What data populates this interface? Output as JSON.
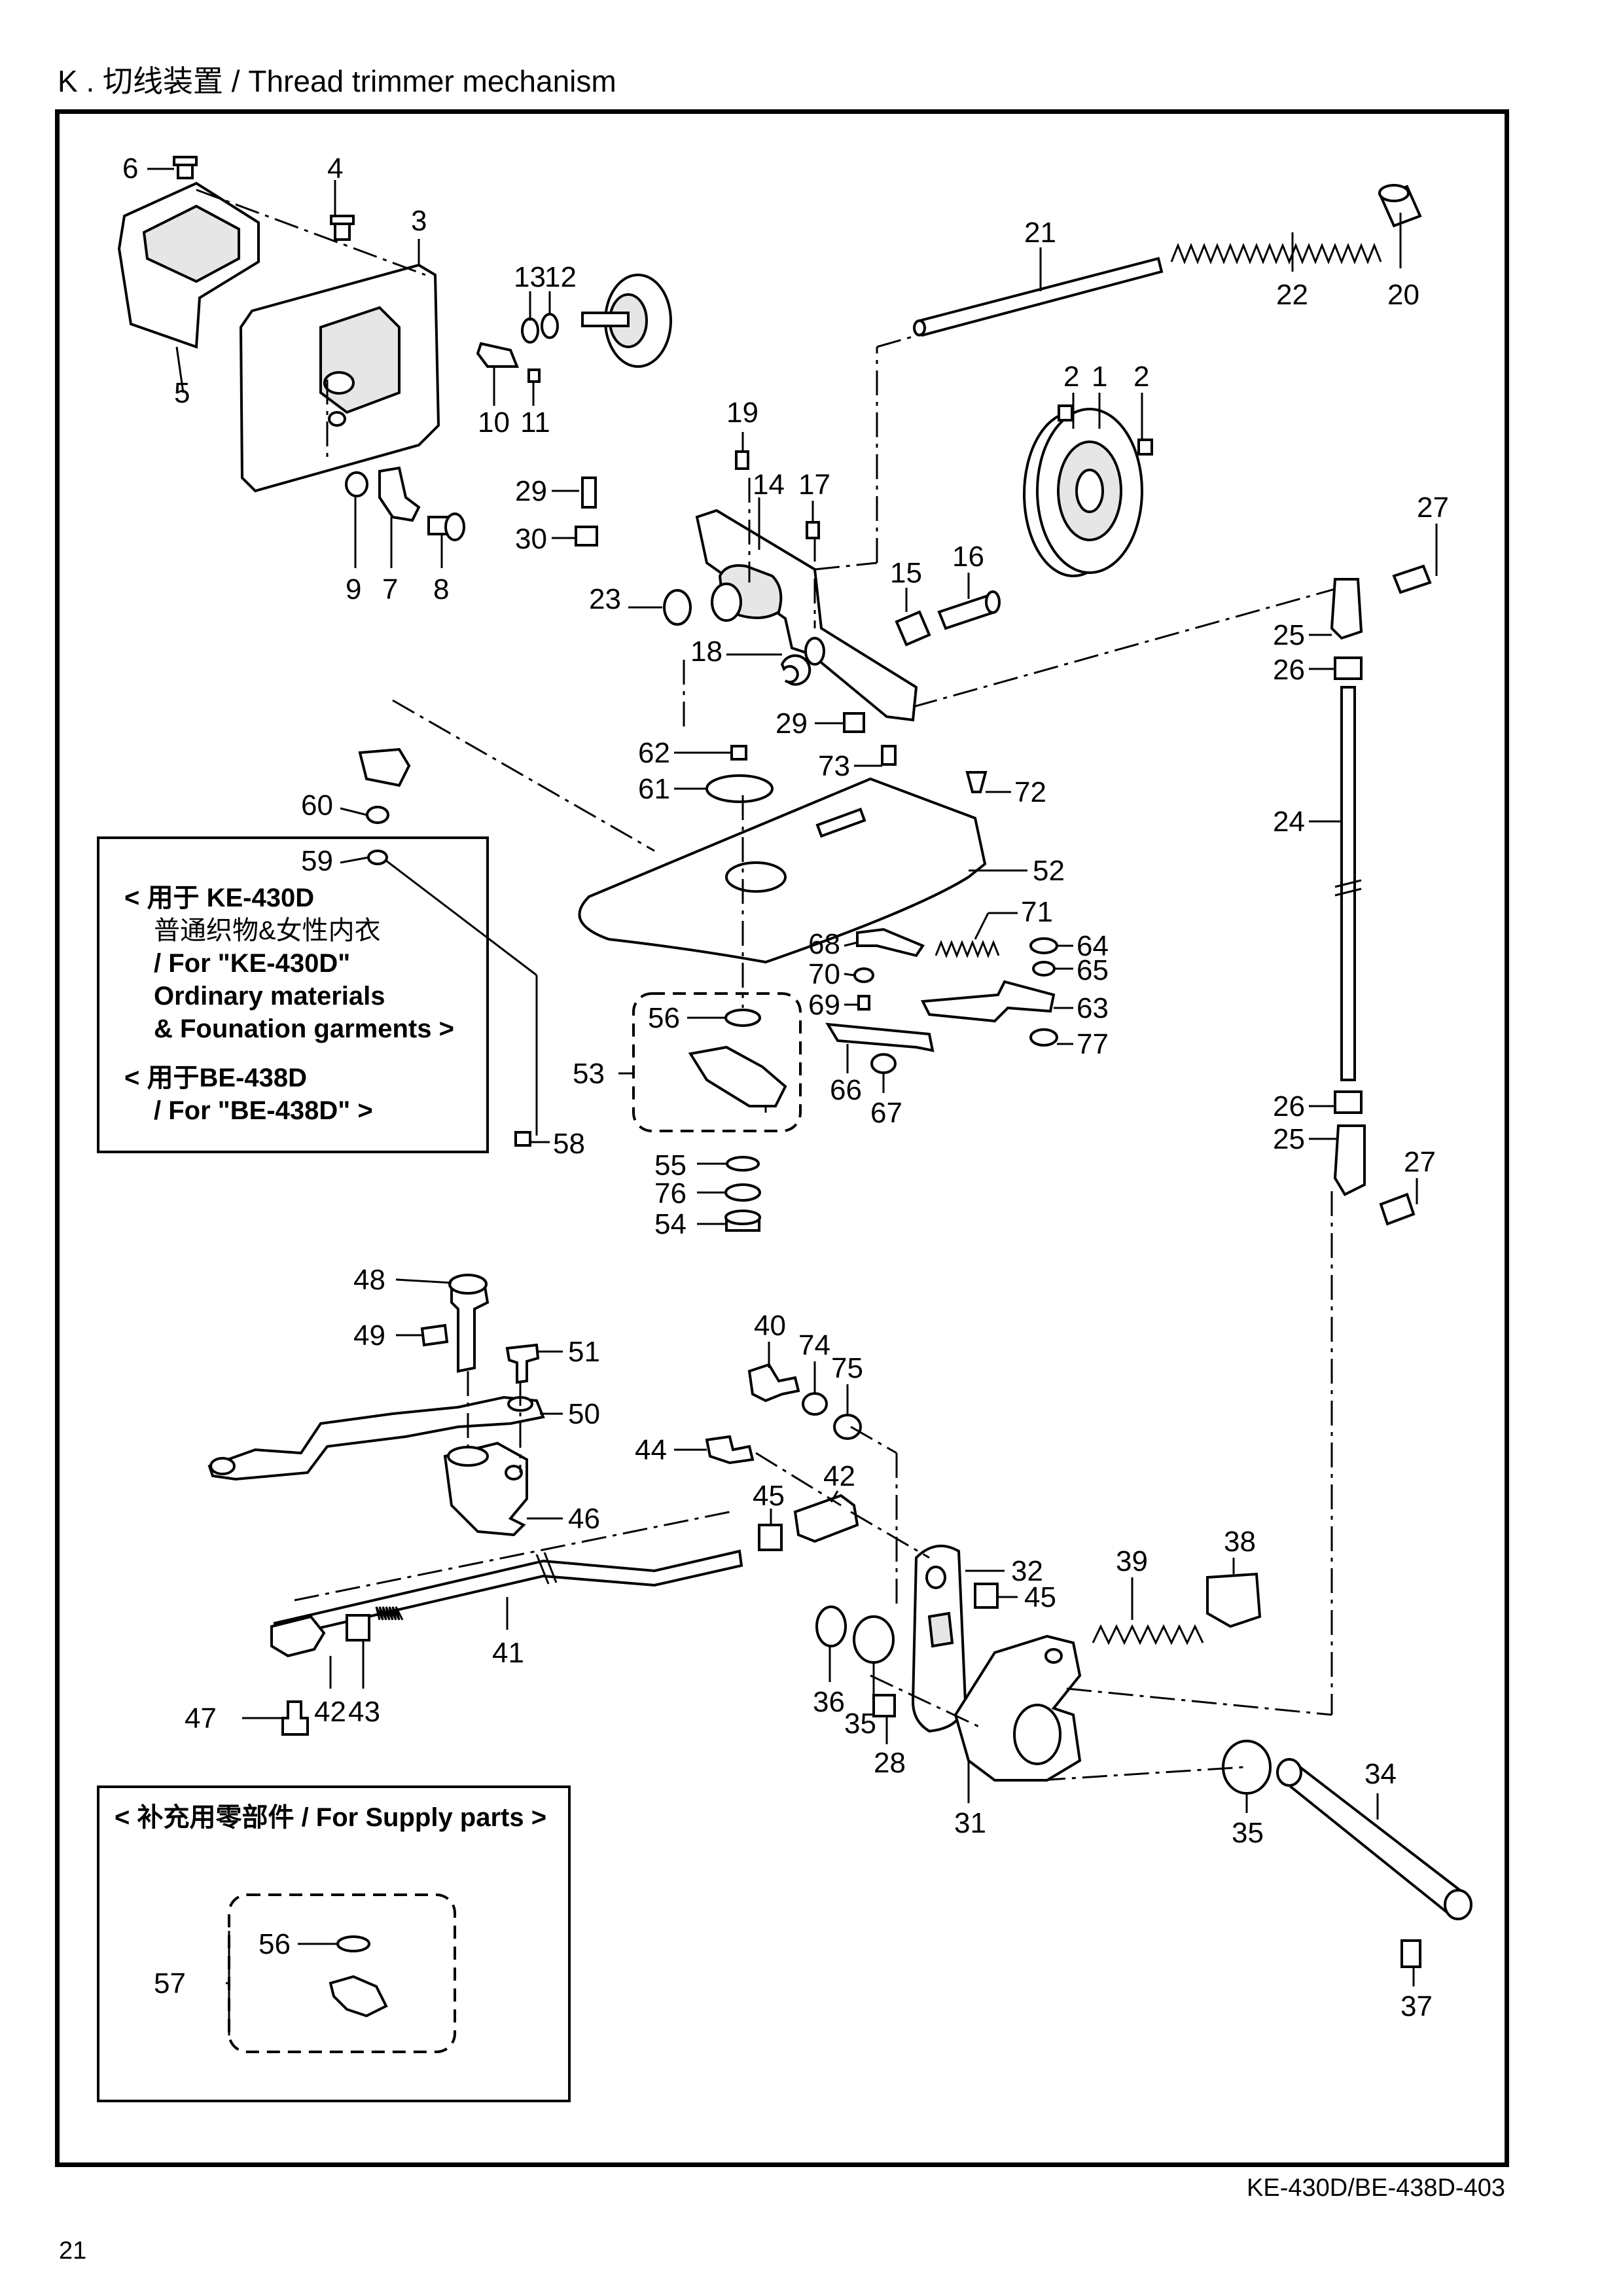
{
  "header": {
    "title": "K . 切线装置 / Thread trimmer mechanism"
  },
  "footer": {
    "model_code": "KE-430D/BE-438D-403",
    "page_number": "21"
  },
  "notes": {
    "variant_box": {
      "line1": "< 用于 KE-430D",
      "line2": "普通织物&女性内衣",
      "line3": "/ For \"KE-430D\"",
      "line4": "Ordinary materials",
      "line5": "& Founation garments >",
      "line6": "< 用于BE-438D",
      "line7": "/ For \"BE-438D\" >"
    },
    "supply_box": {
      "title": "< 补充用零部件 / For Supply parts >"
    }
  },
  "callouts": {
    "c6": "6",
    "c4": "4",
    "c3": "3",
    "c5": "5",
    "c13": "13",
    "c12": "12",
    "c10": "10",
    "c11": "11",
    "c29a": "29",
    "c30": "30",
    "c9": "9",
    "c7": "7",
    "c8": "8",
    "c19": "19",
    "c14": "14",
    "c17": "17",
    "c15": "15",
    "c16": "16",
    "c23": "23",
    "c18": "18",
    "c29b": "29",
    "c21": "21",
    "c22": "22",
    "c20": "20",
    "c2a": "2",
    "c1": "1",
    "c2b": "2",
    "c27a": "27",
    "c25a": "25",
    "c26a": "26",
    "c24": "24",
    "c26b": "26",
    "c25b": "25",
    "c27b": "27",
    "c62": "62",
    "c61": "61",
    "c73": "73",
    "c72": "72",
    "c60": "60",
    "c59": "59",
    "c52": "52",
    "c71": "71",
    "c68": "68",
    "c64": "64",
    "c70": "70",
    "c65": "65",
    "c69": "69",
    "c63": "63",
    "c56a": "56",
    "c53": "53",
    "c66": "66",
    "c77": "77",
    "c67": "67",
    "c58": "58",
    "c55": "55",
    "c76": "76",
    "c54": "54",
    "c48": "48",
    "c49": "49",
    "c51": "51",
    "c50": "50",
    "c46": "46",
    "c40": "40",
    "c74": "74",
    "c75": "75",
    "c44": "44",
    "c42a": "42",
    "c45a": "45",
    "c32": "32",
    "c45b": "45",
    "c38": "38",
    "c39": "39",
    "c41": "41",
    "c47": "47",
    "c42b": "42",
    "c43": "43",
    "c36": "36",
    "c35a": "35",
    "c28": "28",
    "c31": "31",
    "c34": "34",
    "c35b": "35",
    "c37": "37",
    "c56b": "56",
    "c57": "57"
  }
}
